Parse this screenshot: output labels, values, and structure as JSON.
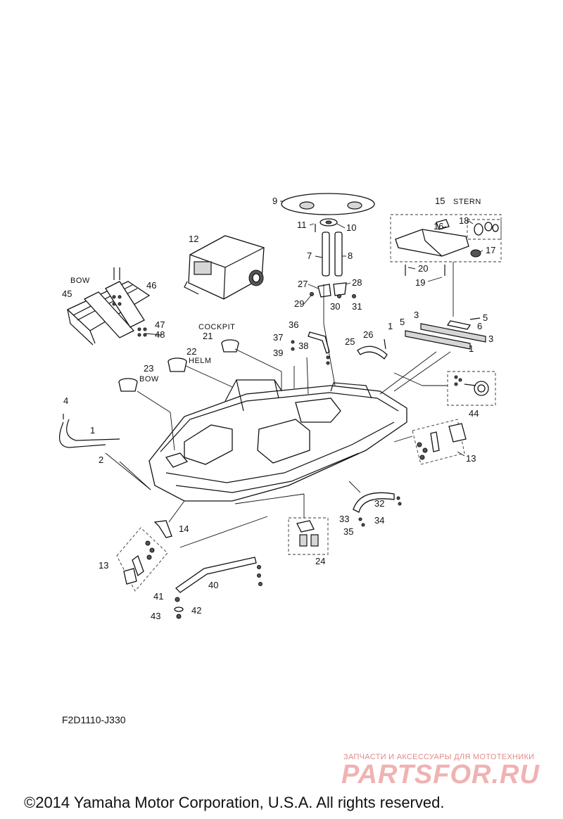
{
  "labels": {
    "n1a": "1",
    "n1b": "1",
    "n1c": "1",
    "n2": "2",
    "n3a": "3",
    "n3b": "3",
    "n4": "4",
    "n5a": "5",
    "n5b": "5",
    "n6": "6",
    "n7": "7",
    "n8": "8",
    "n9": "9",
    "n10": "10",
    "n11": "11",
    "n12": "12",
    "n13a": "13",
    "n13b": "13",
    "n14": "14",
    "n15": "15",
    "n16": "16",
    "n17": "17",
    "n18": "18",
    "n19": "19",
    "n20": "20",
    "n21": "21",
    "n22": "22",
    "n23": "23",
    "n24": "24",
    "n25": "25",
    "n26": "26",
    "n27": "27",
    "n28": "28",
    "n29": "29",
    "n30": "30",
    "n31": "31",
    "n32": "32",
    "n33": "33",
    "n34": "34",
    "n35": "35",
    "n36": "36",
    "n37": "37",
    "n38": "38",
    "n39": "39",
    "n40": "40",
    "n41": "41",
    "n42": "42",
    "n43": "43",
    "n44": "44",
    "n45": "45",
    "n46": "46",
    "n47": "47",
    "n48": "48"
  },
  "words": {
    "bow_top": "BOW",
    "cockpit": "COCKPIT",
    "helm": "HELM",
    "bow_cup": "BOW",
    "stern": "STERN"
  },
  "diagram_code": "F2D1110-J330",
  "watermark": {
    "subtitle": "ЗАПЧАСТИ И АКСЕССУАРЫ ДЛЯ МОТОТЕХНИКИ",
    "logo": "PARTSFOR.RU"
  },
  "copyright": "©2014 Yamaha Motor Corporation, U.S.A. All rights reserved.",
  "colors": {
    "ink": "#111111",
    "watermark": "#f0b2b2",
    "background": "#ffffff"
  }
}
